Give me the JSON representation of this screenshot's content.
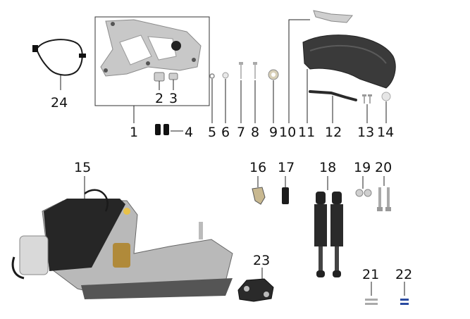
{
  "callouts": {
    "c1": "1",
    "c2": "2",
    "c3": "3",
    "c4": "4",
    "c5": "5",
    "c6": "6",
    "c7": "7",
    "c8": "8",
    "c9": "9",
    "c10": "10",
    "c11": "11",
    "c12": "12",
    "c13": "13",
    "c14": "14",
    "c15": "15",
    "c16": "16",
    "c17": "17",
    "c18": "18",
    "c19": "19",
    "c20": "20",
    "c21": "21",
    "c22": "22",
    "c23": "23",
    "c24": "24"
  },
  "colors": {
    "line": "#222222",
    "metal": "#c9c9c9",
    "dark": "#2a2a2a",
    "fender": "#3a3a3a"
  }
}
